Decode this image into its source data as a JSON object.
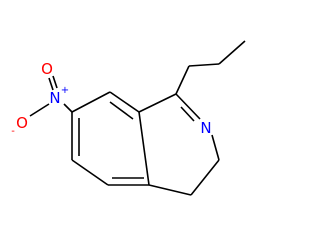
{
  "molecule": {
    "atoms": {
      "nitrogen_ring": {
        "symbol": "N",
        "color": "#0000ff"
      },
      "nitrogen_nitro": {
        "symbol": "N",
        "charge": "+",
        "color": "#0000ff"
      },
      "oxygen_top": {
        "symbol": "O",
        "color": "#ff0000"
      },
      "oxygen_left": {
        "symbol": "O",
        "charge": "-",
        "color": "#ff0000"
      }
    },
    "bond_color": "#000000"
  }
}
